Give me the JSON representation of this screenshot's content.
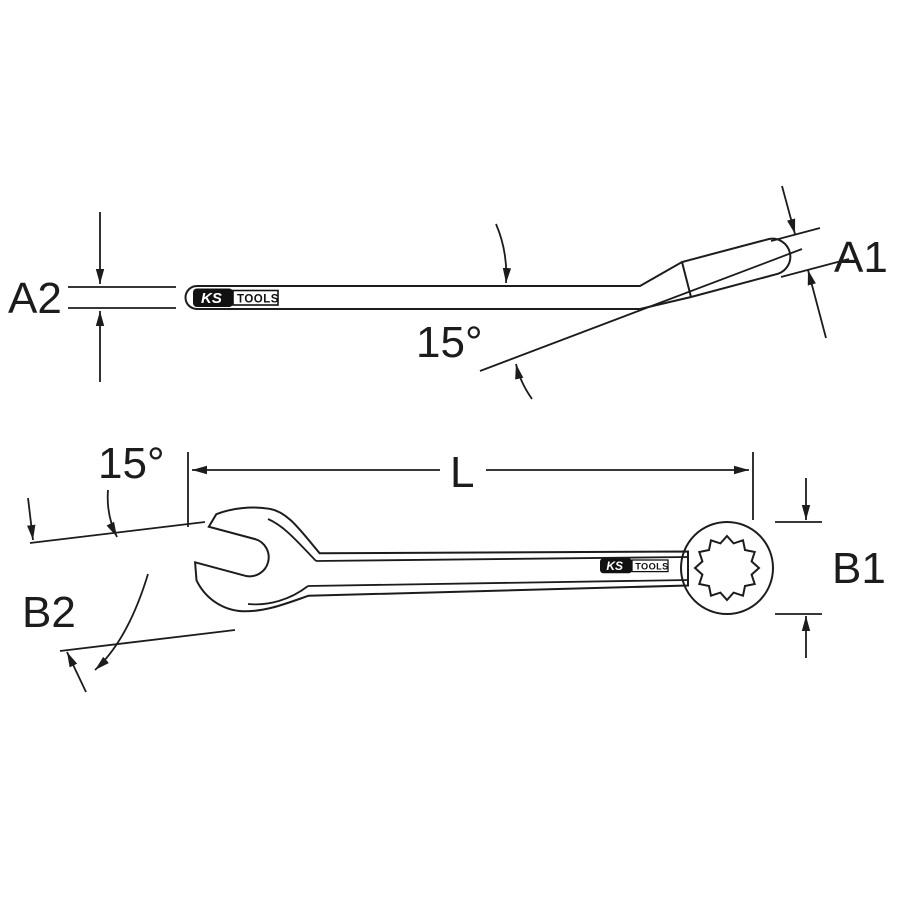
{
  "diagram": {
    "type": "technical-drawing",
    "subject": "combination-wrench-dimension-diagram",
    "colors": {
      "line": "#1c1c1c",
      "background": "#ffffff",
      "logo_background": "#111111",
      "logo_text": "#ffffff"
    },
    "side_view": {
      "label_a2": "A2",
      "label_a1": "A1",
      "label_angle": "15°"
    },
    "plan_view": {
      "label_length": "L",
      "label_b1": "B1",
      "label_b2": "B2",
      "label_angle": "15°"
    },
    "logo": {
      "ks": "KS",
      "tools": "TOOLS"
    }
  }
}
